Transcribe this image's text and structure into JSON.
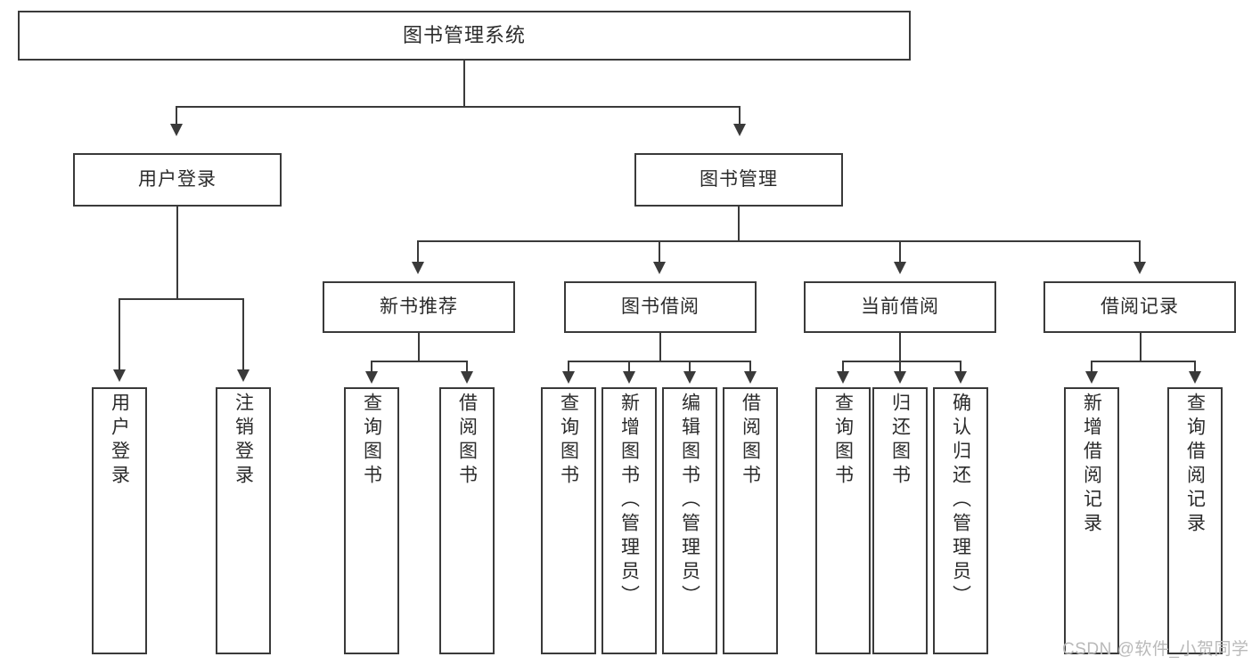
{
  "diagram": {
    "title": "图书管理系统",
    "type": "hierarchy-tree",
    "levels": 4,
    "colors": {
      "box_border": "#3a3a3a",
      "box_fill": "#ffffff",
      "connector": "#3a3a3a",
      "text": "#2b2b2b",
      "background": "#ffffff",
      "watermark": "#b9b9b9"
    }
  },
  "root": {
    "label": "图书管理系统"
  },
  "branches": [
    {
      "label": "用户登录",
      "children": [
        {
          "label": "用户登录"
        },
        {
          "label": "注销登录"
        }
      ]
    },
    {
      "label": "图书管理",
      "children": [
        {
          "label": "新书推荐",
          "children": [
            {
              "label": "查询图书"
            },
            {
              "label": "借阅图书"
            }
          ]
        },
        {
          "label": "图书借阅",
          "children": [
            {
              "label": "查询图书"
            },
            {
              "label": "新增图书（管理员）"
            },
            {
              "label": "编辑图书（管理员）"
            },
            {
              "label": "借阅图书"
            }
          ]
        },
        {
          "label": "当前借阅",
          "children": [
            {
              "label": "查询图书"
            },
            {
              "label": "归还图书"
            },
            {
              "label": "确认归还（管理员）"
            }
          ]
        },
        {
          "label": "借阅记录",
          "children": [
            {
              "label": "新增借阅记录"
            },
            {
              "label": "查询借阅记录"
            }
          ]
        }
      ]
    }
  ],
  "nodes": {
    "root": "图书管理系统",
    "user_login": "用户登录",
    "book_manage": "图书管理",
    "new_book_rec": "新书推荐",
    "book_borrow": "图书借阅",
    "current_borrow": "当前借阅",
    "borrow_record": "借阅记录",
    "leaf_user_login": "用户登录",
    "leaf_user_logout": "注销登录",
    "leaf_query_book_1": "查询图书",
    "leaf_borrow_book_1": "借阅图书",
    "leaf_query_book_2": "查询图书",
    "leaf_add_book": "新增图书（管理员）",
    "leaf_edit_book": "编辑图书（管理员）",
    "leaf_borrow_book_2": "借阅图书",
    "leaf_query_book_3": "查询图书",
    "leaf_return_book": "归还图书",
    "leaf_confirm_return": "确认归还（管理员）",
    "leaf_add_record": "新增借阅记录",
    "leaf_query_record": "查询借阅记录"
  },
  "watermark": {
    "text": "CSDN @软件_小贺同学"
  }
}
